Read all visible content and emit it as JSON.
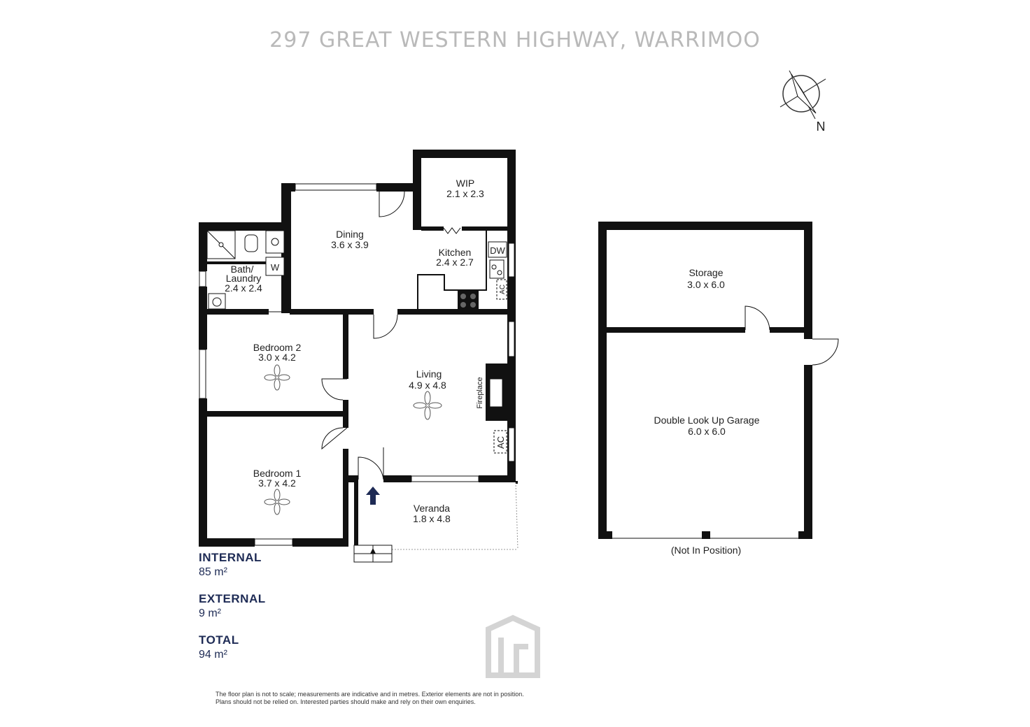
{
  "title": "297 GREAT WESTERN HIGHWAY, WARRIMOO",
  "compass": {
    "label": "N"
  },
  "rooms": {
    "wip": {
      "name": "WIP",
      "size": "2.1 x 2.3"
    },
    "dining": {
      "name": "Dining",
      "size": "3.6 x 3.9"
    },
    "kitchen": {
      "name": "Kitchen",
      "size": "2.4 x 2.7"
    },
    "bath": {
      "name1": "Bath/",
      "name2": "Laundry",
      "size": "2.4 x 2.4"
    },
    "bedroom2": {
      "name": "Bedroom 2",
      "size": "3.0 x 4.2"
    },
    "bedroom1": {
      "name": "Bedroom 1",
      "size": "3.7 x 4.2"
    },
    "living": {
      "name": "Living",
      "size": "4.9 x 4.8"
    },
    "veranda": {
      "name": "Veranda",
      "size": "1.8 x 4.8"
    },
    "storage": {
      "name": "Storage",
      "size": "3.0 x 6.0"
    },
    "garage": {
      "name": "Double Look Up Garage",
      "size": "6.0 x 6.0"
    }
  },
  "fixtures": {
    "dw": "DW",
    "ac": "AC",
    "w": "W",
    "fireplace": "Fireplace"
  },
  "garage_note": "(Not In Position)",
  "areas": [
    {
      "label": "INTERNAL",
      "value": "85 m²"
    },
    {
      "label": "EXTERNAL",
      "value": "9 m²"
    },
    {
      "label": "TOTAL",
      "value": "94 m²"
    }
  ],
  "disclaimer": [
    "The floor plan is not to scale; measurements are indicative and in metres. Exterior elements are not in position.",
    "Plans should not be relied on. Interested parties should make and rely on their own enquiries."
  ],
  "colors": {
    "wall": "#111111",
    "accent": "#1e2b55",
    "title": "#b9b9b9"
  }
}
